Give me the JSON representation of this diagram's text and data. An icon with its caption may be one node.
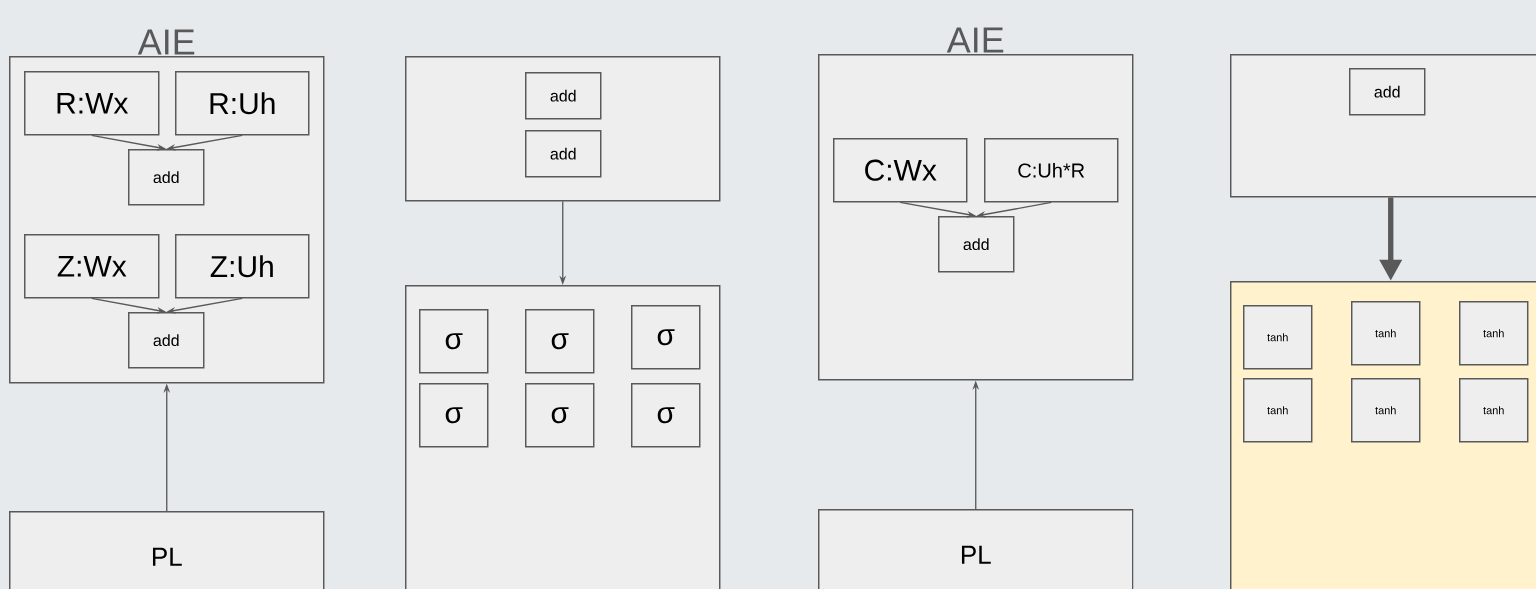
{
  "diagram": {
    "nodes": [
      {
        "text": [
          "AIE"
        ]
      },
      {
        "text": [
          "R:Wx"
        ],
        "in": 0
      },
      {
        "text": [
          "R:Uh"
        ],
        "in": 0
      },
      {
        "text": [
          "add"
        ],
        "in": 0
      },
      {
        "text": [
          "Z:Wx"
        ],
        "in": 0
      },
      {
        "text": [
          "Z:Uh"
        ],
        "in": 0
      },
      {
        "text": [
          "add"
        ],
        "in": 0
      },
      {
        "text": [
          "PL"
        ]
      },
      {
        "text": [],
        "shape": "box"
      },
      {
        "text": [
          "add"
        ],
        "in": 8
      },
      {
        "text": [
          "add"
        ],
        "in": 8
      },
      {
        "text": [],
        "shape": "box"
      },
      {
        "text": [
          "σ"
        ],
        "in": 11
      },
      {
        "text": [
          "σ"
        ],
        "in": 11
      },
      {
        "text": [
          "σ"
        ],
        "in": 11
      },
      {
        "text": [
          "σ"
        ],
        "in": 11
      },
      {
        "text": [
          "σ"
        ],
        "in": 11
      },
      {
        "text": [
          "σ"
        ],
        "in": 11
      },
      {
        "text": [
          "AIE"
        ]
      },
      {
        "text": [
          "C:Wx"
        ],
        "in": 18
      },
      {
        "text": [
          "C:Uh*R"
        ],
        "in": 18
      },
      {
        "text": [
          "add"
        ],
        "in": 18
      },
      {
        "text": [
          "PL"
        ]
      },
      {
        "text": [],
        "shape": "box"
      },
      {
        "text": [
          "add"
        ],
        "in": 23
      },
      {
        "text": [],
        "shape": "box"
      },
      {
        "text": [
          "tanh"
        ],
        "in": 25
      },
      {
        "text": [
          "tanh"
        ],
        "in": 25
      },
      {
        "text": [
          "tanh"
        ],
        "in": 25
      },
      {
        "text": [
          "tanh"
        ],
        "in": 25
      },
      {
        "text": [
          "tanh"
        ],
        "in": 25
      },
      {
        "text": [
          "tanh"
        ],
        "in": 25
      }
    ],
    "edges": [
      {
        "from": 1,
        "to": 3,
        "arrow": "to"
      },
      {
        "from": 2,
        "to": 3,
        "arrow": "to"
      },
      {
        "from": 4,
        "to": 6,
        "arrow": "to"
      },
      {
        "from": 5,
        "to": 6,
        "arrow": "to"
      },
      {
        "from": 7,
        "to": 0,
        "arrow": "to"
      },
      {
        "from": 8,
        "to": 11,
        "arrow": "to"
      },
      {
        "from": 19,
        "to": 21,
        "arrow": "to"
      },
      {
        "from": 20,
        "to": 21,
        "arrow": "to"
      },
      {
        "from": 22,
        "to": 18,
        "arrow": "to"
      },
      {
        "from": 23,
        "to": 25,
        "arrow": "to",
        "style": "thick"
      }
    ]
  }
}
